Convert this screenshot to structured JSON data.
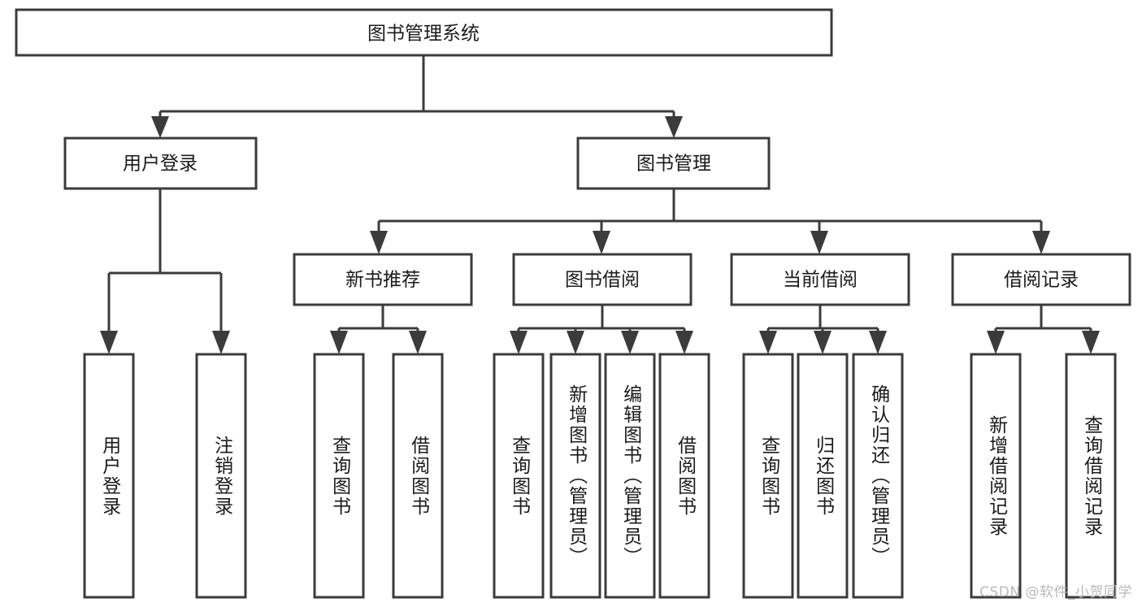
{
  "diagram": {
    "title": "图书管理系统",
    "type": "hierarchy-tree",
    "watermark": "CSDN @软件_小贺同学",
    "colors": {
      "box_stroke": "#3b3b3b",
      "box_fill": "#ffffff",
      "text": "#1b1b1b",
      "connector": "#3b3b3b",
      "background": "#ffffff",
      "watermark": "#b9b9b9"
    },
    "root": {
      "label": "图书管理系统"
    },
    "level2": [
      {
        "label": "用户登录"
      },
      {
        "label": "图书管理"
      }
    ],
    "level3": [
      {
        "label": "新书推荐"
      },
      {
        "label": "图书借阅"
      },
      {
        "label": "当前借阅"
      },
      {
        "label": "借阅记录"
      }
    ],
    "leaves": {
      "user_login": [
        {
          "label": "用户登录"
        },
        {
          "label": "注销登录"
        }
      ],
      "new_book": [
        {
          "label": "查询图书"
        },
        {
          "label": "借阅图书"
        }
      ],
      "book_borrow": [
        {
          "label": "查询图书"
        },
        {
          "label": "新增图书（管理员）"
        },
        {
          "label": "编辑图书（管理员）"
        },
        {
          "label": "借阅图书"
        }
      ],
      "current_borrow": [
        {
          "label": "查询图书"
        },
        {
          "label": "归还图书"
        },
        {
          "label": "确认归还（管理员）"
        }
      ],
      "borrow_record": [
        {
          "label": "新增借阅记录"
        },
        {
          "label": "查询借阅记录"
        }
      ]
    }
  }
}
